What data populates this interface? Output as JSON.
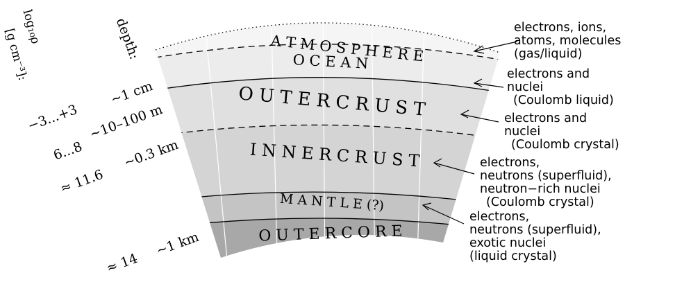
{
  "axis": {
    "density_label": "log₁₀ρ",
    "density_units": "[g cm⁻³]:",
    "depth_label": "depth:"
  },
  "depth_values": {
    "d1": "~1 cm",
    "d2": "~10–100 m",
    "d3": "~0.3 km",
    "d4": "~1 km"
  },
  "density_values": {
    "r1": "−3...+3",
    "r2": "6...8",
    "r3": "≈ 11.6",
    "r4": "≈ 14"
  },
  "layers": {
    "atmosphere": "A T M O S P H E R E",
    "ocean": "O C E A N",
    "outer_crust": "O U T E R   C R U S T",
    "inner_crust": "I N N E R   C R U S T",
    "mantle": "M A N T L E (?)",
    "outer_core": "O U T E R   C O R E"
  },
  "descriptions": {
    "atmosphere": {
      "line1": "electrons, ions,",
      "line2": "atoms, molecules",
      "line3": "(gas/liquid)"
    },
    "ocean": {
      "line1": "electrons and",
      "line2": "nuclei",
      "line3": "(Coulomb liquid)"
    },
    "outer_crust": {
      "line1": "electrons and",
      "line2": "nuclei",
      "line3": "(Coulomb crystal)"
    },
    "inner_crust": {
      "line1": "electrons,",
      "line2": "neutrons (superfluid),",
      "line3": "neutron−rich nuclei",
      "line4": "(Coulomb crystal)"
    },
    "core": {
      "line1": "electrons,",
      "line2": "neutrons (superfluid),",
      "line3": "exotic nuclei",
      "line4": "(liquid crystal)"
    }
  },
  "colors": {
    "atmosphere_fill": "#f5f5f5",
    "ocean_fill": "#ececec",
    "outer_crust_fill": "#e0e0e0",
    "inner_crust_fill": "#d4d4d4",
    "mantle_fill": "#c4c4c4",
    "outer_core_fill": "#a8a8a8"
  }
}
